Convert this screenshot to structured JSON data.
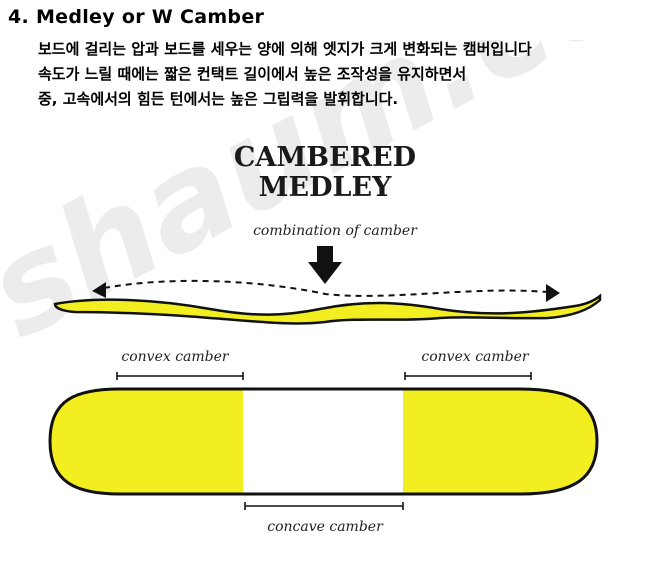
{
  "section": {
    "heading": "4. Medley or W Camber",
    "lines": [
      "보드에 걸리는 압과 보드를 세우는 양에 의해 엣지가 크게 변화되는 캠버입니다",
      "속도가 느릴 때에는 짧은 컨택트 길이에서 높은 조작성을 유지하면서",
      "중, 고속에서의 힘든 턴에서는 높은 그립력을 발휘합니다."
    ]
  },
  "diagram": {
    "title_line1": "CAMBERED",
    "title_line2": "MEDLEY",
    "subtitle": "combination of camber",
    "label_left": "convex camber",
    "label_right": "convex camber",
    "label_bottom": "concave camber"
  },
  "watermark": {
    "text": "shaum.co.kr"
  },
  "colors": {
    "accent_yellow": "#f2ee20",
    "board_outline": "#111111",
    "watermark": "#ececec"
  }
}
